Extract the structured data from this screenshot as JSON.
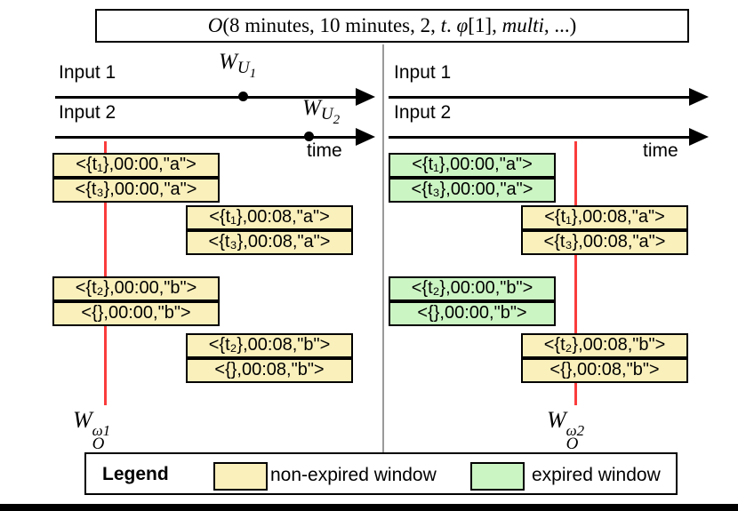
{
  "title": {
    "formula": "O(8 minutes, 10 minutes, 2, t. φ[1], multi, ...)",
    "parts": {
      "p1": "O",
      "p2": "(8 minutes, 10 minutes, 2, ",
      "p3": "t",
      "p4": ". ",
      "p5": "φ",
      "p6": "[1], ",
      "p7": "multi",
      "p8": ", ...)"
    }
  },
  "colors": {
    "non_expired_window": "#faf0bc",
    "expired_window": "#ccf5c4",
    "boundary_line": "#fa3c3c",
    "panel_divider": "#9a9a9a"
  },
  "left_panel": {
    "input1": "Input 1",
    "input2": "Input 2",
    "time": "time",
    "marker1": {
      "base": "W",
      "sub": "U",
      "num": "1"
    },
    "marker2": {
      "base": "W",
      "sub": "U",
      "num": "2"
    },
    "output_marker": {
      "base": "W",
      "sup": "ω1",
      "sub": "O"
    },
    "windows_a": [
      {
        "text": "<{t₁},00:00,\"a\">",
        "state": "non-expired"
      },
      {
        "text": "<{t₃},00:00,\"a\">",
        "state": "non-expired"
      },
      {
        "text": "<{t₁},00:08,\"a\">",
        "state": "non-expired"
      },
      {
        "text": "<{t₃},00:08,\"a\">",
        "state": "non-expired"
      }
    ],
    "windows_b": [
      {
        "text": "<{t₂},00:00,\"b\">",
        "state": "non-expired"
      },
      {
        "text": "<{},00:00,\"b\">",
        "state": "non-expired"
      },
      {
        "text": "<{t₂},00:08,\"b\">",
        "state": "non-expired"
      },
      {
        "text": "<{},00:08,\"b\">",
        "state": "non-expired"
      }
    ]
  },
  "right_panel": {
    "input1": "Input 1",
    "input2": "Input 2",
    "time": "time",
    "output_marker": {
      "base": "W",
      "sup": "ω2",
      "sub": "O"
    },
    "windows_a": [
      {
        "text": "<{t₁},00:00,\"a\">",
        "state": "expired"
      },
      {
        "text": "<{t₃},00:00,\"a\">",
        "state": "expired"
      },
      {
        "text": "<{t₁},00:08,\"a\">",
        "state": "non-expired"
      },
      {
        "text": "<{t₃},00:08,\"a\">",
        "state": "non-expired"
      }
    ],
    "windows_b": [
      {
        "text": "<{t₂},00:00,\"b\">",
        "state": "expired"
      },
      {
        "text": "<{},00:00,\"b\">",
        "state": "expired"
      },
      {
        "text": "<{t₂},00:08,\"b\">",
        "state": "non-expired"
      },
      {
        "text": "<{},00:08,\"b\">",
        "state": "non-expired"
      }
    ]
  },
  "legend": {
    "title": "Legend",
    "items": [
      {
        "label": "non-expired window",
        "color": "#faf0bc"
      },
      {
        "label": "expired window",
        "color": "#ccf5c4"
      }
    ]
  }
}
